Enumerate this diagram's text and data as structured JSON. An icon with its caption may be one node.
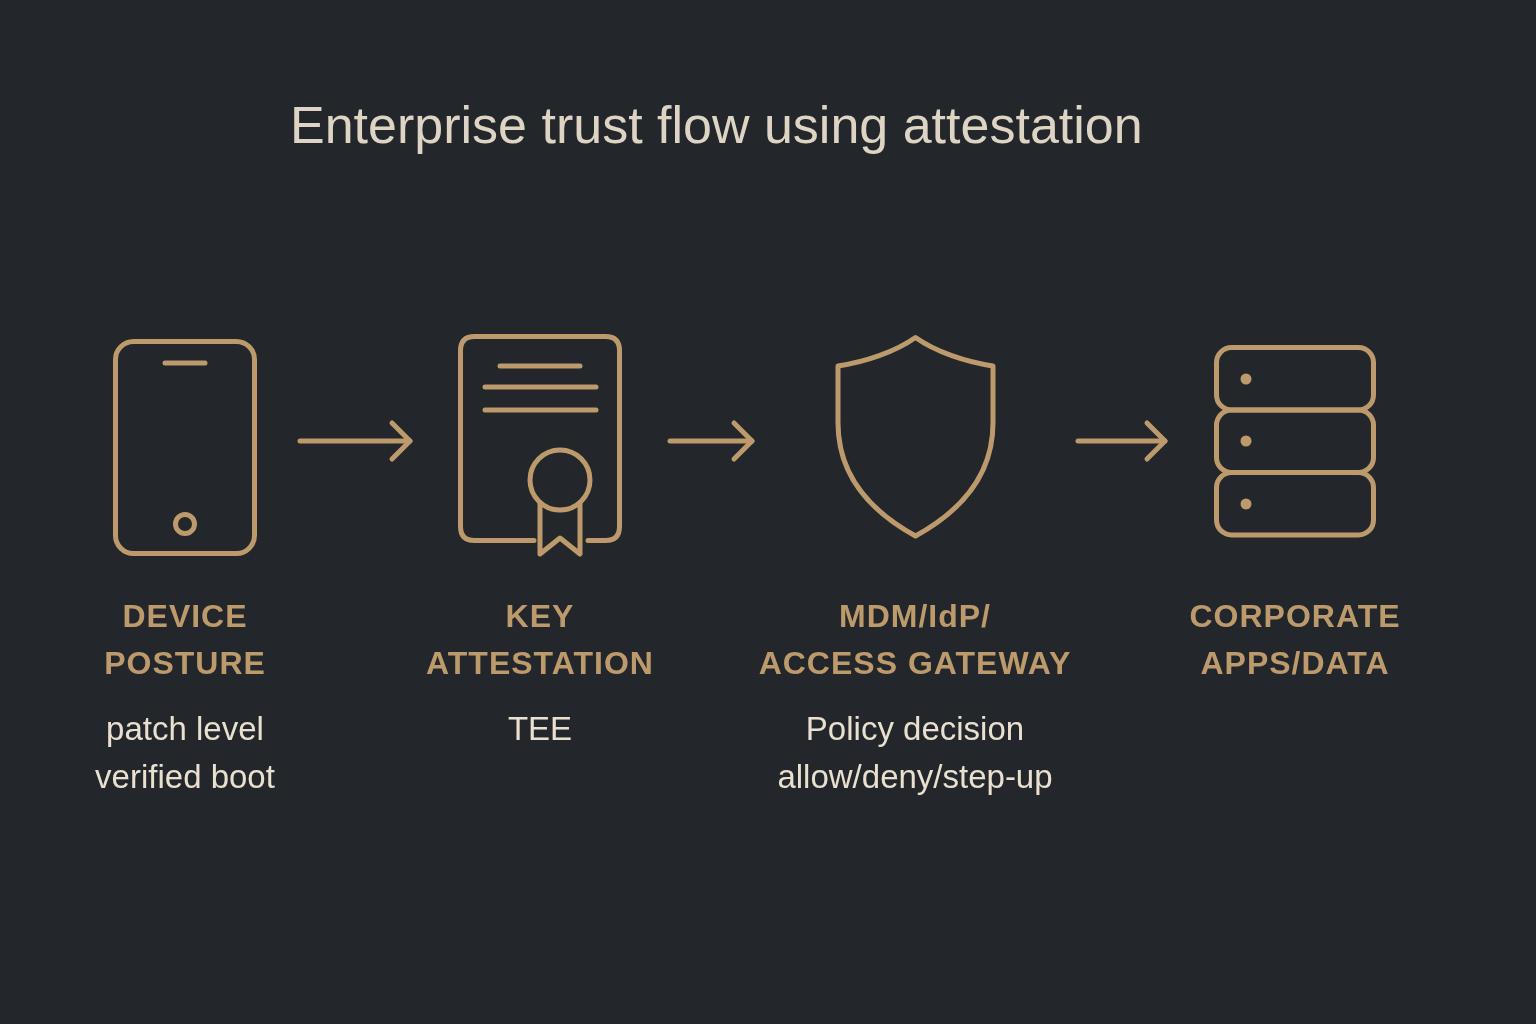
{
  "diagram": {
    "title": "Enterprise trust flow using attestation",
    "nodes": [
      {
        "text": [
          "DEVICE POSTURE",
          "patch level",
          "verified boot"
        ]
      },
      {
        "text": [
          "KEY ATTESTATION",
          "TEE"
        ]
      },
      {
        "text": [
          "MDM/IdP/ ACCESS GATEWAY",
          "Policy decision",
          "allow/deny/step-up"
        ]
      },
      {
        "text": [
          "CORPORATE APPS/DATA"
        ]
      }
    ],
    "edges": [
      {
        "from": 0,
        "to": 1,
        "arrow": "to"
      },
      {
        "from": 1,
        "to": 2,
        "arrow": "to"
      },
      {
        "from": 2,
        "to": 3,
        "arrow": "to"
      }
    ]
  }
}
